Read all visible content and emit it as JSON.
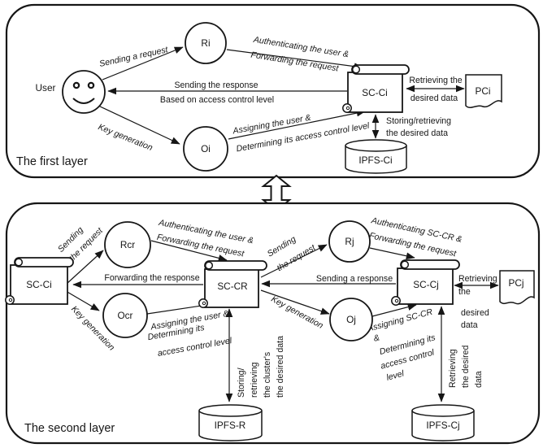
{
  "diagram": {
    "layer1": {
      "title": "The first layer",
      "nodes": {
        "user": "User",
        "ri": "Ri",
        "oi": "Oi",
        "sc_ci": "SC-Ci",
        "pci": "PCi",
        "ipfs_ci": "IPFS-Ci"
      },
      "edges": {
        "sending_request": "Sending a request",
        "authenticating": "Authenticating the user &",
        "forwarding": "Forwarding the request",
        "response_1": "Sending the response",
        "response_2": "Based on access control level",
        "key_generation": "Key generation",
        "assigning": "Assigning the user &",
        "determining": "Determining its access control level",
        "retrieving_1": "Retrieving the",
        "retrieving_2": "desired data",
        "storing_1": "Storing/retrieving",
        "storing_2": "the desired data"
      }
    },
    "layer2": {
      "title": "The second layer",
      "nodes": {
        "sc_ci": "SC-Ci",
        "rcr": "Rcr",
        "ocr": "Ocr",
        "sc_cr": "SC-CR",
        "rj": "Rj",
        "oj": "Oj",
        "sc_cj": "SC-Cj",
        "pcj": "PCj",
        "ipfs_r": "IPFS-R",
        "ipfs_cj": "IPFS-Cj"
      },
      "edges": {
        "sending_1": "Sending",
        "sending_2": "the request",
        "authenticating": "Authenticating the user &",
        "forwarding": "Forwarding the request",
        "forwarding_response": "Forwarding the response",
        "key_generation_left": "Key generation",
        "assigning": "Assigning the user &",
        "determining_1": "Determining its",
        "determining_2": "access control level",
        "sending_right_1": "Sending",
        "sending_right_2": "the request",
        "sending_response": "Sending a response",
        "key_generation_right": "Key generation",
        "auth_sccr": "Authenticating SC-CR &",
        "forwarding_right": "Forwarding the request",
        "assigning_sccr": "Assigning SC-CR",
        "ampersand": "&",
        "determining_right_1": "Determining its",
        "determining_right_2": "access control",
        "determining_right_3": "level",
        "retrieving_pcj_1": "Retrieving",
        "retrieving_pcj_2": "the",
        "retrieving_pcj_3": "desired",
        "retrieving_pcj_4": "data",
        "storing_cluster_1": "Storing/",
        "storing_cluster_2": "retrieving",
        "storing_cluster_3": "the cluster's",
        "storing_cluster_4": "the desired data",
        "retrieving_ipfs_1": "Retrieving",
        "retrieving_ipfs_2": "the desired",
        "retrieving_ipfs_3": "data"
      }
    }
  }
}
